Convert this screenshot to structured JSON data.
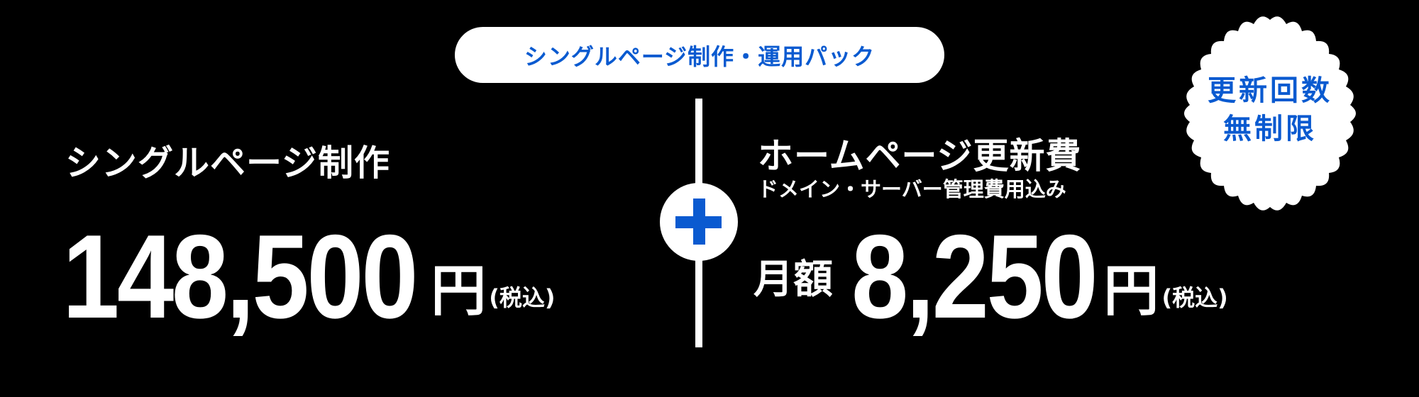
{
  "banner": {
    "plan_name": "シングルページ制作・運用パック"
  },
  "left": {
    "title": "シングルページ制作",
    "price": "148,500",
    "currency": "円",
    "tax_note": "(税込)"
  },
  "connector": {
    "icon": "plus-icon"
  },
  "right": {
    "title": "ホームページ更新費",
    "subtitle": "ドメイン・サーバー管理費用込み",
    "period_label": "月額",
    "price": "8,250",
    "currency": "円",
    "tax_note": "(税込)"
  },
  "badge": {
    "line1": "更新回数",
    "line2": "無制限"
  },
  "colors": {
    "accent": "#0a5ad0",
    "background": "#000000",
    "foreground": "#ffffff"
  }
}
